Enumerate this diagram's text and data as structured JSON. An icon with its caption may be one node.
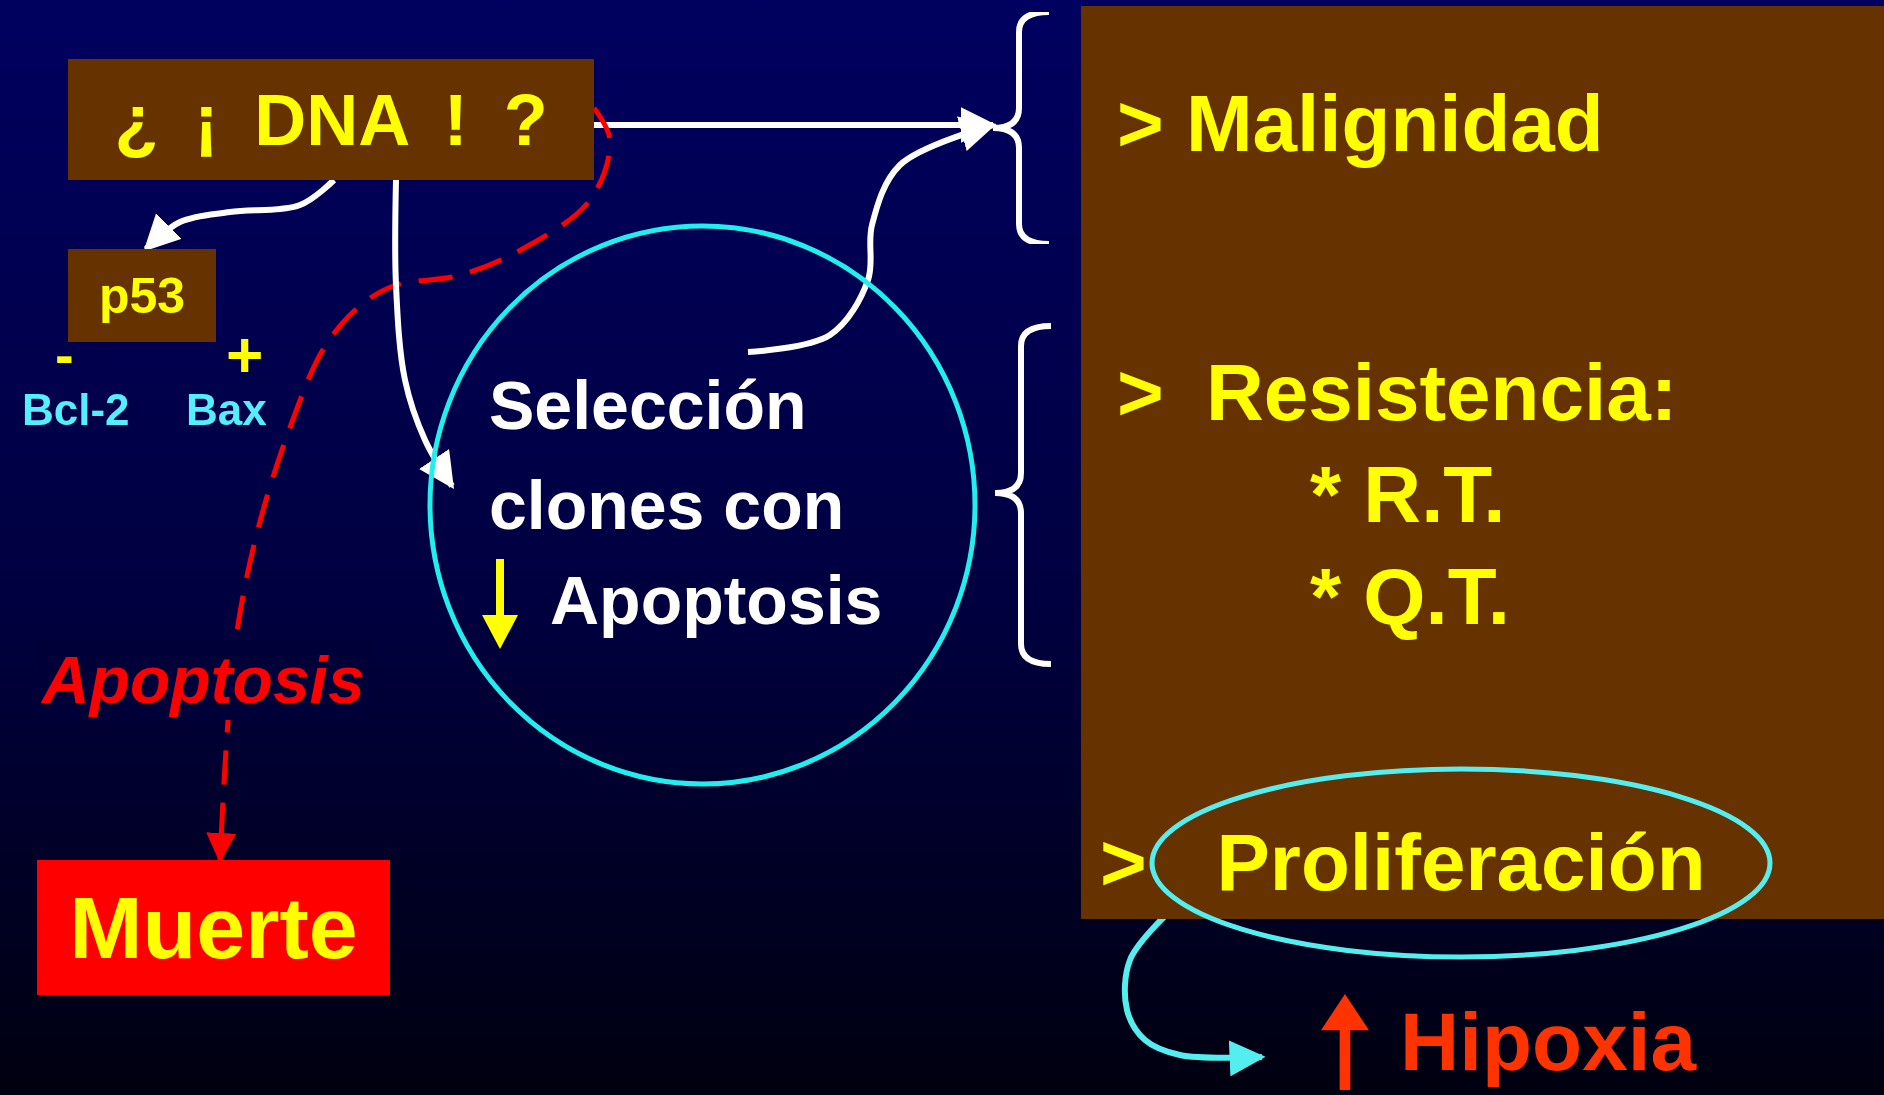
{
  "diagram": {
    "nodes": [
      {
        "text": [
          "¿ ¡ DNA ! ?"
        ]
      },
      {
        "text": [
          "p53"
        ]
      },
      {
        "text": [
          "Selección clones con",
          "Apoptosis"
        ]
      },
      {
        "text": [],
        "shape": "box"
      },
      {
        "text": [
          "> Malignidad"
        ]
      },
      {
        "text": [
          "> Resistencia:",
          "* R.T.",
          "* Q.T."
        ],
        "in": 3
      },
      {
        "text": [
          "Proliferación"
        ],
        "beside": [
          ">"
        ]
      },
      {
        "text": [
          "Hipoxia"
        ]
      },
      {
        "text": [
          "Muerte"
        ]
      }
    ],
    "edges": [
      {
        "from": 0,
        "to": 4,
        "arrow": "to"
      },
      {
        "from": 0,
        "to": 1,
        "arrow": "to"
      },
      {
        "from": 2,
        "to": 4,
        "arrow": "to"
      },
      {
        "from": 0,
        "to": 8,
        "arrow": "to",
        "label": "Apoptosis",
        "style": "dashed",
        "color": "#ff0000"
      },
      {
        "from": 0,
        "to": 2,
        "arrow": "to"
      },
      {
        "from": 6,
        "to": 7,
        "arrow": "to",
        "color": "#55eeee"
      }
    ],
    "labels": [
      "-",
      "+",
      "Bcl-2",
      "Bax"
    ]
  }
}
